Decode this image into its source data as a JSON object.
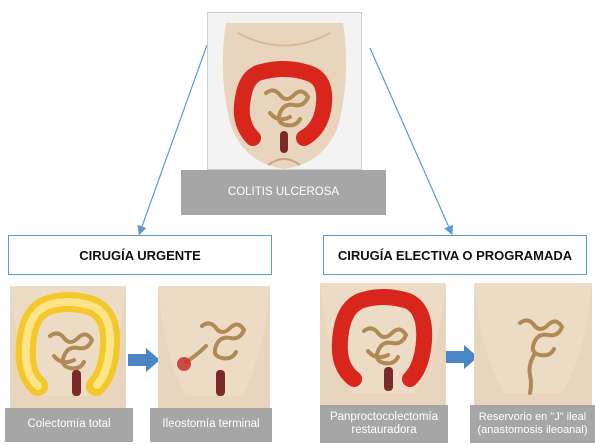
{
  "top": {
    "label": "COLITIS ULCEROSA"
  },
  "left": {
    "header": "CIRUGÍA URGENTE",
    "step1_label": "Colectomía total",
    "step2_label": "Ileostomía terminal"
  },
  "right": {
    "header": "CIRUGÍA ELECTIVA O PROGRAMADA",
    "step1_label": "Panproctocolectomía restauradora",
    "step2_label": "Reservorio en \"J\" ileal (anastomosis ileoanal)"
  },
  "colors": {
    "connector": "#5b9bd5",
    "box_border": "#5b9bd5",
    "label_bg": "#a6a6a6",
    "arrow": "#4a86c5",
    "colon_red": "#d9261c",
    "colon_yellow": "#f5c518",
    "skin": "#e9d5bd",
    "intestine": "#b08a55"
  }
}
